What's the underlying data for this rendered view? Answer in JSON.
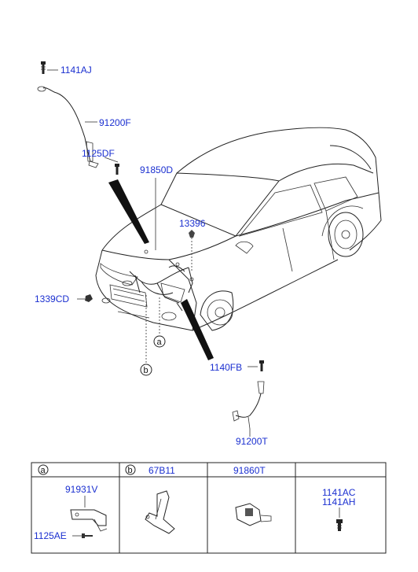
{
  "callouts": {
    "c1141AJ": "1141AJ",
    "c91200F": "91200F",
    "c1125DF": "1125DF",
    "c91850D": "91850D",
    "c13396": "13396",
    "c1339CD": "1339CD",
    "c1140FB": "1140FB",
    "c91200T": "91200T",
    "ref_a": "a",
    "ref_b": "b"
  },
  "table": {
    "cells": [
      {
        "ref": "a",
        "part": ""
      },
      {
        "ref": "b",
        "part": "67B11"
      },
      {
        "ref": "",
        "part": "91860T"
      },
      {
        "ref": "",
        "part": ""
      }
    ],
    "a_labels": {
      "bracket": "91931V",
      "bolt": "1125AE"
    },
    "d_labels": {
      "top": "1141AC",
      "bottom": "1141AH"
    }
  }
}
